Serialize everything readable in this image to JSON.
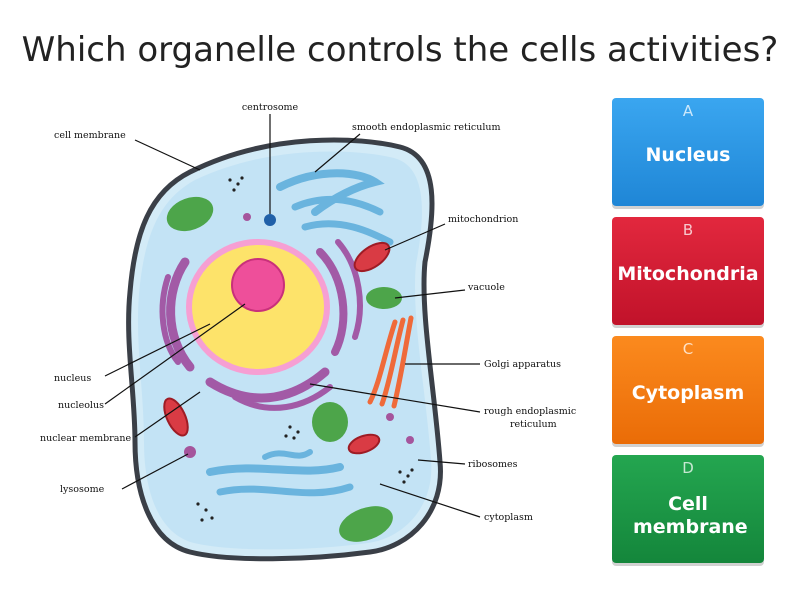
{
  "question": "Which organelle controls the cells activities?",
  "diagram": {
    "labels": {
      "centrosome": "centrosome",
      "cell_membrane": "cell membrane",
      "smooth_er": "smooth endoplasmic reticulum",
      "mitochondrion": "mitochondrion",
      "vacuole": "vacuole",
      "golgi": "Golgi apparatus",
      "rough_er_1": "rough endoplasmic",
      "rough_er_2": "reticulum",
      "ribosomes": "ribosomes",
      "cytoplasm": "cytoplasm",
      "nucleus": "nucleus",
      "nucleolus": "nucleolus",
      "nuclear_membrane": "nuclear membrane",
      "lysosome": "lysosome"
    }
  },
  "answers": [
    {
      "letter": "A",
      "text": "Nucleus",
      "color": "#2b97e6"
    },
    {
      "letter": "B",
      "text": "Mitochondria",
      "color": "#d21c34"
    },
    {
      "letter": "C",
      "text": "Cytoplasm",
      "color": "#f37b12"
    },
    {
      "letter": "D",
      "text": "Cell membrane",
      "color": "#1b9646"
    }
  ]
}
